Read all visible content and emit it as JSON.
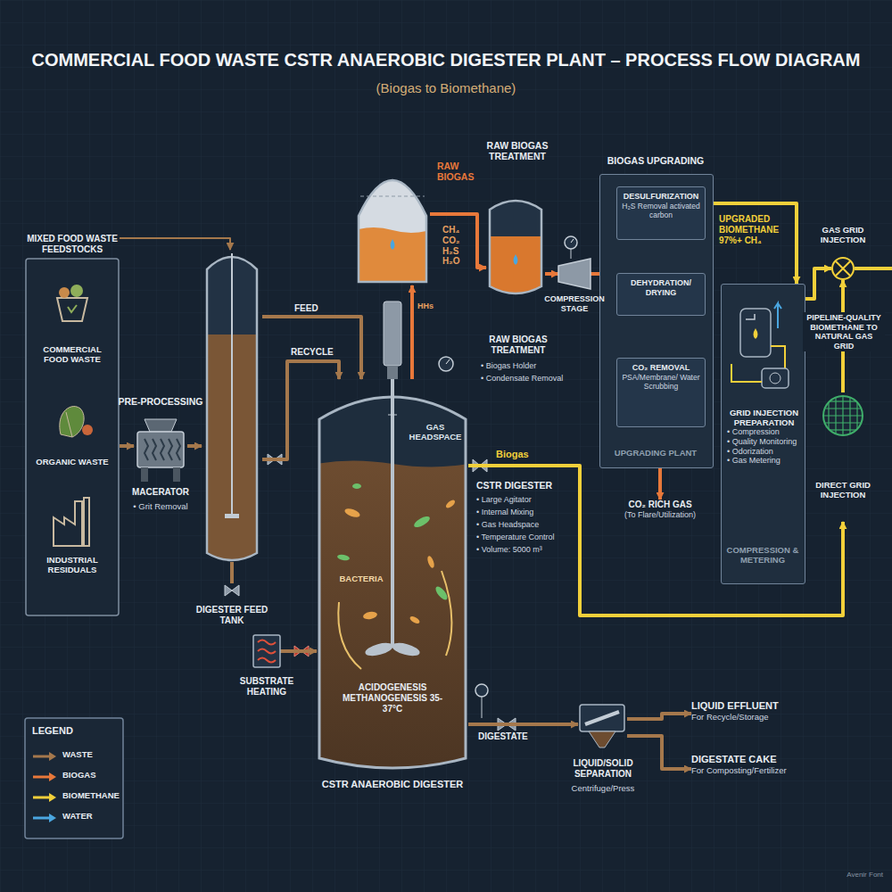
{
  "diagram": {
    "title": "COMMERCIAL FOOD WASTE CSTR ANAEROBIC DIGESTER PLANT – PROCESS FLOW DIAGRAM",
    "nodes": [
      {
        "text": [
          "MIXED FOOD WASTE FEEDSTOCKS",
          "COMMERCIAL FOOD WASTE",
          "ORGANIC WASTE",
          "INDUSTRIAL RESIDUALS"
        ]
      },
      {
        "text": [
          "PRE-PROCESSING",
          "MACERATOR",
          "• Grit Removal"
        ]
      },
      {
        "text": [
          "DIGESTER FEED TANK"
        ]
      },
      {
        "text": [
          "SUBSTRATE HEATING"
        ]
      },
      {
        "text": [
          "GAS HEADSPACE",
          "BACTERIA",
          "ACIDOGENESIS METHANOGENESIS 35-37°C",
          "CSTR ANAEROBIC DIGESTER"
        ]
      },
      {
        "text": [
          "RAW BIOGAS",
          "CH₄ CO₂ H₂S H₂O"
        ]
      },
      {
        "text": [
          "RAW BIOGAS TREATMENT",
          "RAW BIOGAS TREATMENT",
          "• Biogas Holder",
          "• Condensate Removal"
        ]
      },
      {
        "text": [
          "COMPRESSION STAGE"
        ]
      },
      {
        "text": [
          "BIOGAS UPGRADING",
          "UPGRADING PLANT"
        ]
      },
      {
        "text": [
          "DESULFURIZATION",
          "H₂S Removal activated carbon"
        ],
        "in": 8
      },
      {
        "text": [
          "DEHYDRATION/ DRYING"
        ],
        "in": 8
      },
      {
        "text": [
          "CO₂ REMOVAL",
          "PSA/Membrane/ Water Scrubbing"
        ],
        "in": 8
      },
      {
        "text": [
          "CO₂ RICH GAS",
          "(To Flare/Utilization)"
        ]
      },
      {
        "text": [
          "GRID INJECTION PREPARATION",
          "• Compression",
          "• Quality Monitoring",
          "• Odorization",
          "• Gas Metering",
          "COMPRESSION & METERING"
        ]
      },
      {
        "text": [
          "GAS GRID INJECTION"
        ]
      },
      {
        "text": [
          "DIRECT GRID INJECTION"
        ]
      },
      {
        "text": [
          "LIQUID/SOLID SEPARATION",
          "Centrifuge/Press"
        ]
      },
      {
        "text": [
          "LIQUID EFFLUENT",
          "For Recycle/Storage"
        ]
      },
      {
        "text": [
          "DIGESTATE CAKE",
          "For Composting/Fertilizer"
        ]
      }
    ],
    "edges": [
      {
        "from": 0,
        "to": 1,
        "arrow": "to"
      },
      {
        "from": 0,
        "to": 2,
        "arrow": "to"
      },
      {
        "from": 1,
        "to": 2,
        "arrow": "to"
      },
      {
        "from": 2,
        "to": 4,
        "label": "FEED",
        "arrow": "to"
      },
      {
        "from": 2,
        "to": 4,
        "label": "RECYCLE",
        "arrow": "to"
      },
      {
        "from": 3,
        "to": 4,
        "arrow": "to"
      },
      {
        "from": 4,
        "to": 5,
        "label": "HHs",
        "arrow": "to"
      },
      {
        "from": 5,
        "to": 6,
        "arrow": "to"
      },
      {
        "from": 6,
        "to": 7,
        "arrow": "to"
      },
      {
        "from": 7,
        "to": 9,
        "arrow": "to"
      },
      {
        "from": 7,
        "to": 10,
        "arrow": "to"
      },
      {
        "from": 7,
        "to": 11,
        "arrow": "to"
      },
      {
        "from": 9,
        "to": 10,
        "arrow": "to"
      },
      {
        "from": 10,
        "to": 11,
        "arrow": "to"
      },
      {
        "from": 8,
        "to": 12,
        "arrow": "to"
      },
      {
        "from": 8,
        "to": 13,
        "label": "UPGRADED BIOMETHANE 97%+ CH₄",
        "arrow": "to"
      },
      {
        "from": 13,
        "to": 14,
        "arrow": "to"
      },
      {
        "from": 15,
        "to": 14,
        "label": "PIPELINE-QUALITY BIOMETHANE TO NATURAL GAS GRID",
        "arrow": "to"
      },
      {
        "from": 4,
        "to": 15,
        "label": "Biogas",
        "arrow": "to"
      },
      {
        "from": 4,
        "to": 16,
        "label": "DIGESTATE",
        "arrow": "to"
      },
      {
        "from": 16,
        "to": 17,
        "arrow": "to"
      },
      {
        "from": 16,
        "to": 18,
        "arrow": "to"
      }
    ],
    "labels": [
      "(Biogas to Biomethane)",
      "CSTR DIGESTER",
      "• Large Agitator",
      "• Internal Mixing",
      "• Gas Headspace",
      "• Temperature Control",
      "• Volume: 5000 m³",
      "LEGEND",
      "Avenir Font"
    ],
    "legend": [
      {
        "text": "WASTE"
      },
      {
        "text": "BIOGAS"
      },
      {
        "text": "BIOMETHANE"
      },
      {
        "text": "WATER"
      }
    ]
  }
}
